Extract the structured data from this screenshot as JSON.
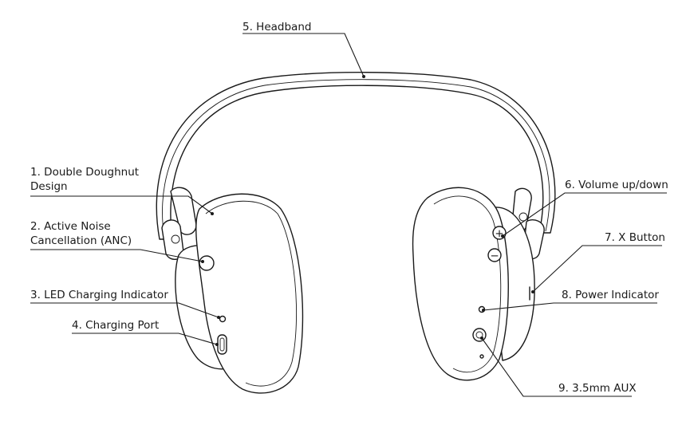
{
  "labels": {
    "l1_line1": "1. Double Doughnut",
    "l1_line2": "Design",
    "l2_line1": "2. Active Noise",
    "l2_line2": "Cancellation (ANC)",
    "l3": "3. LED Charging Indicator",
    "l4": "4. Charging Port",
    "l5": "5. Headband",
    "l6": "6.  Volume up/down",
    "l7": "7. X Button",
    "l8": "8. Power Indicator",
    "l9": "9. 3.5mm AUX"
  },
  "button_symbols": {
    "volume_up": "+",
    "volume_down": "−"
  }
}
